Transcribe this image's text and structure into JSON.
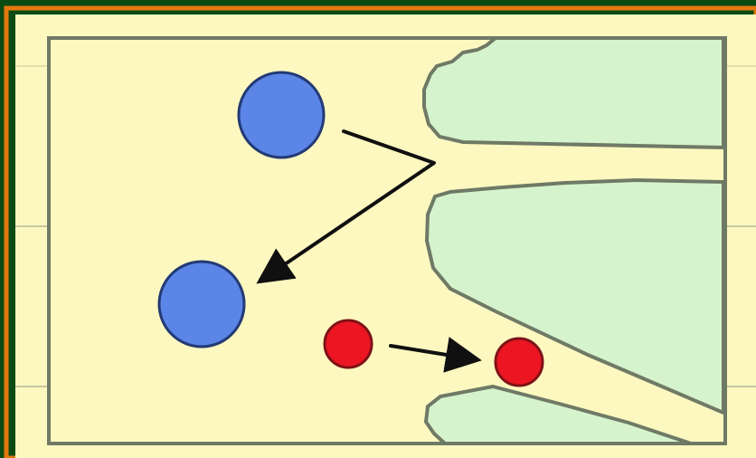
{
  "colors": {
    "page_background": "#0b4a12",
    "frame_accent": "#e3780f",
    "panel_fill": "#fdf8c0",
    "panel_border": "#6f7a66",
    "channel_fill": "#d5f3cc",
    "channel_stroke": "#6f7a66",
    "large_particle": "#5b85e6",
    "small_particle": "#ec1622",
    "particle_outline": "#233a75",
    "arrow": "#101010"
  },
  "diagram": {
    "large_particles": [
      "large-particle-before",
      "large-particle-after"
    ],
    "small_particles": [
      "small-particle-before",
      "small-particle-after"
    ],
    "arrows": [
      "deflection-arrow",
      "passage-arrow"
    ],
    "channel_regions": [
      "upper-channel-wall",
      "middle-channel-wall",
      "lower-channel-wall"
    ]
  }
}
